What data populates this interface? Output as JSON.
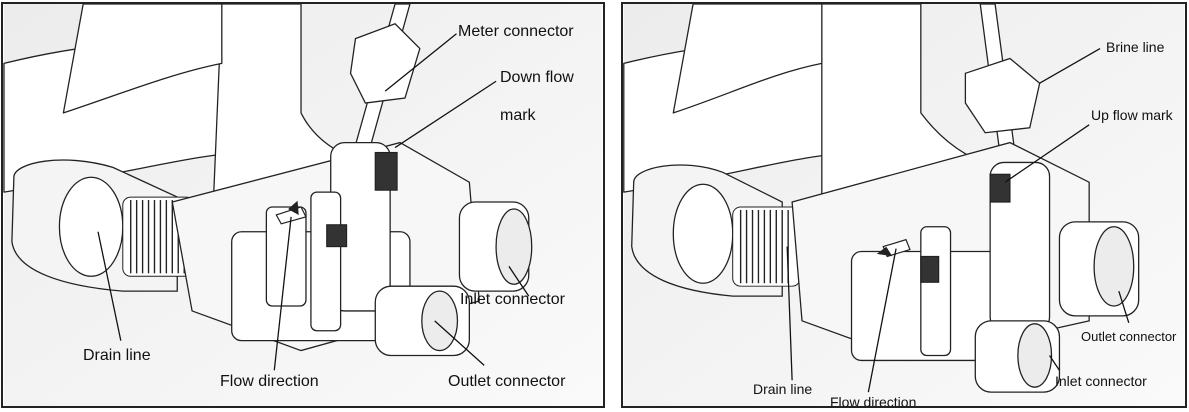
{
  "left_panel": {
    "labels": {
      "meter_connector": "Meter connector",
      "down_flow_mark_line1": "Down flow",
      "down_flow_mark_line2": "mark",
      "inlet_connector": "Inlet connector",
      "drain_line": "Drain line",
      "flow_direction": "Flow direction",
      "outlet_connector": "Outlet connector"
    }
  },
  "right_panel": {
    "labels": {
      "brine_line": "Brine line",
      "up_flow_mark": "Up flow mark",
      "outlet_connector": "Outlet connector",
      "inlet_connector": "Inlet connector",
      "drain_line": "Drain line",
      "flow_direction": "Flow direction"
    }
  }
}
